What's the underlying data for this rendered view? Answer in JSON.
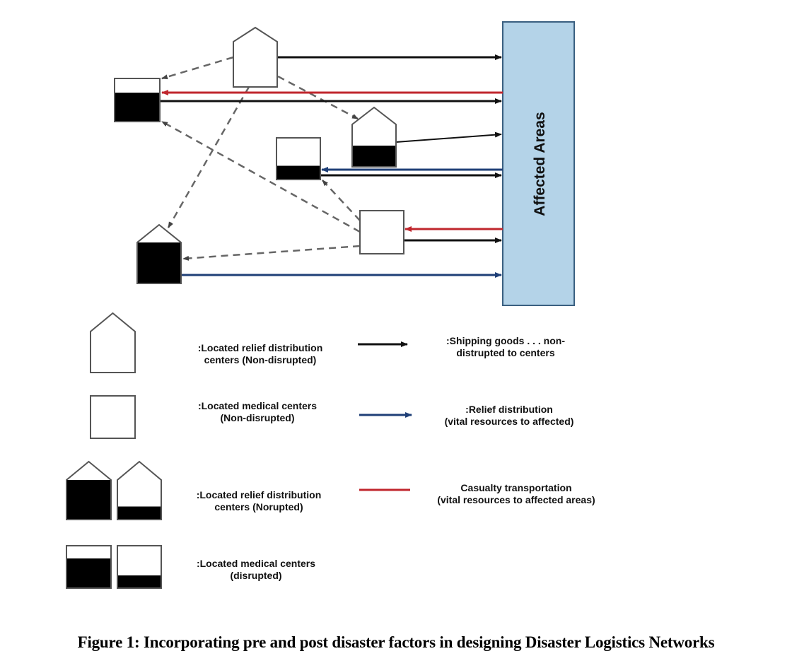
{
  "figure": {
    "affected_areas_label": "Affected Areas",
    "affected_areas_color": "#b4d3e8",
    "caption": "Figure 1: Incorporating pre and post disaster factors in designing Disaster Logistics Networks"
  },
  "colors": {
    "shipping": "#111111",
    "relief": "#1f3f77",
    "casualty": "#c0262d",
    "dashed": "#666666",
    "outline": "#555555",
    "fill_disrupted": "#000000"
  },
  "nodes": [
    {
      "id": "rdc-top",
      "type": "relief-center",
      "status": "non-disrupted",
      "disrupted_fraction": 0
    },
    {
      "id": "mc-left",
      "type": "medical-center",
      "status": "disrupted",
      "disrupted_fraction": 0.67
    },
    {
      "id": "rdc-mid",
      "type": "relief-center",
      "status": "disrupted",
      "disrupted_fraction": 0.5
    },
    {
      "id": "mc-mid",
      "type": "medical-center",
      "status": "disrupted",
      "disrupted_fraction": 0.33
    },
    {
      "id": "mc-right",
      "type": "medical-center",
      "status": "non-disrupted",
      "disrupted_fraction": 0
    },
    {
      "id": "rdc-bottom",
      "type": "relief-center",
      "status": "disrupted",
      "disrupted_fraction": 1
    }
  ],
  "legend": {
    "symbols": [
      {
        "label": ":Located relief distribution\ncenters (Non-disrupted)"
      },
      {
        "label": ":Located medical centers\n(Non-disrupted)"
      },
      {
        "label": ":Located relief distribution\ncenters    (Norupted)"
      },
      {
        "label": ":Located medical centers\n(disrupted)"
      }
    ],
    "lines": [
      {
        "label": ":Shipping goods . . . non-\ndistrupted to centers",
        "kind": "shipping"
      },
      {
        "label": ":Relief distribution\n(vital resources to affected)",
        "kind": "relief"
      },
      {
        "label": "Casualty transportation\n(vital resources to affected areas)",
        "kind": "casualty"
      }
    ]
  }
}
